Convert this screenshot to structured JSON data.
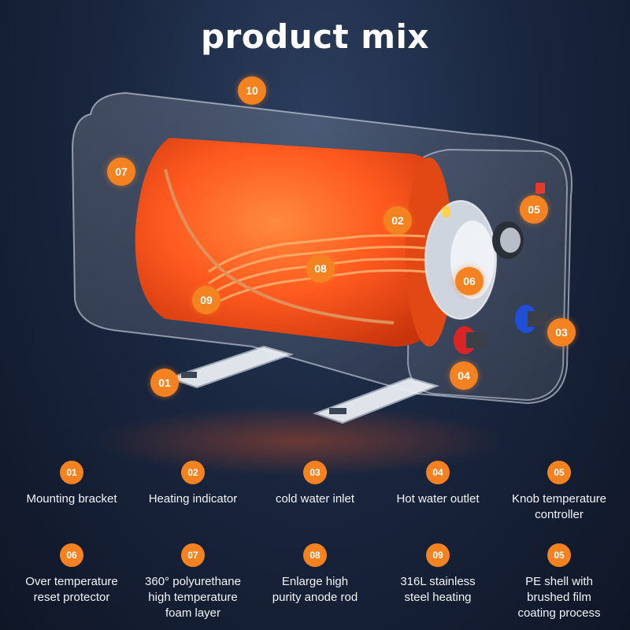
{
  "title": "product mix",
  "callouts": [
    {
      "num": "10"
    },
    {
      "num": "07"
    },
    {
      "num": "02"
    },
    {
      "num": "05"
    },
    {
      "num": "08"
    },
    {
      "num": "06"
    },
    {
      "num": "09"
    },
    {
      "num": "03"
    },
    {
      "num": "04"
    },
    {
      "num": "01"
    }
  ],
  "legend": [
    {
      "num": "01",
      "label": "Mounting bracket"
    },
    {
      "num": "02",
      "label": "Heating indicator"
    },
    {
      "num": "03",
      "label": "cold water inlet"
    },
    {
      "num": "04",
      "label": "Hot water outlet"
    },
    {
      "num": "05",
      "label": "Knob temperature\ncontroller"
    },
    {
      "num": "06",
      "label": "Over temperature\nreset protector"
    },
    {
      "num": "07",
      "label": "360° polyurethane\nhigh temperature\nfoam layer"
    },
    {
      "num": "08",
      "label": "Enlarge high\npurity anode rod"
    },
    {
      "num": "09",
      "label": "316L stainless\nsteel heating"
    },
    {
      "num": "05",
      "label": "PE shell with\nbrushed film\ncoating process"
    }
  ],
  "colors": {
    "accent": "#f58220",
    "tank": "#ff5a1f",
    "background": "#1a2740"
  }
}
